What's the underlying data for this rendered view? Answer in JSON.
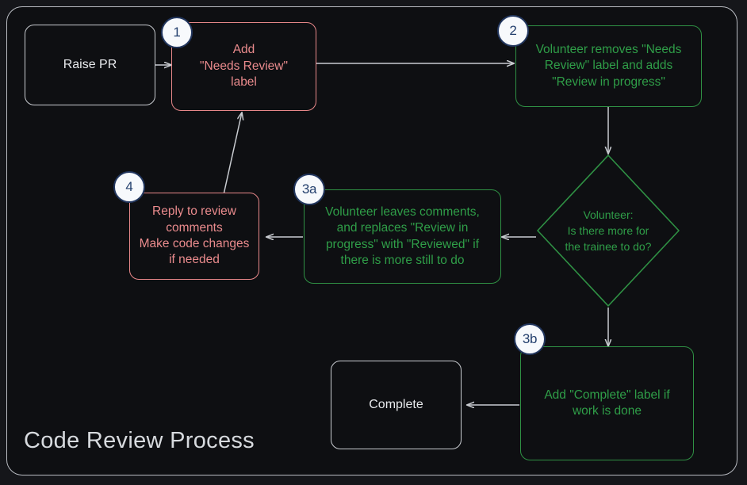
{
  "diagram": {
    "title": "Code Review Process",
    "type": "flowchart",
    "theme": {
      "background": "#0e0f12",
      "frame_border": "#b9bcc2",
      "neutral": "#c9ccd1",
      "red": "#e8888a",
      "green": "#2f9e48",
      "badge_fill": "#f7f9fc",
      "badge_border": "#22365e",
      "edge": "#c9ccd1"
    },
    "nodes": [
      {
        "id": "raise-pr",
        "label": "Raise PR",
        "shape": "rounded-rect",
        "style": "neutral",
        "badge": null
      },
      {
        "id": "add-needs-review",
        "label": "Add\n\"Needs Review\"\nlabel",
        "shape": "rounded-rect",
        "style": "red",
        "badge": "1"
      },
      {
        "id": "volunteer-removes",
        "label": "Volunteer removes \"Needs\nReview\" label and adds\n\"Review in progress\"",
        "shape": "rounded-rect",
        "style": "green",
        "badge": "2"
      },
      {
        "id": "decision-more-work",
        "label": "Volunteer:\nIs there more for\nthe trainee to do?",
        "shape": "diamond",
        "style": "green",
        "badge": null
      },
      {
        "id": "volunteer-leaves-comments",
        "label": "Volunteer leaves comments,\nand replaces \"Review in\nprogress\" with \"Reviewed\" if\nthere is more still to do",
        "shape": "rounded-rect",
        "style": "green",
        "badge": "3a"
      },
      {
        "id": "reply-to-review",
        "label": "Reply to review\ncomments\nMake code changes\nif needed",
        "shape": "rounded-rect",
        "style": "red",
        "badge": "4"
      },
      {
        "id": "add-complete-label",
        "label": "Add \"Complete\" label if\nwork is done",
        "shape": "rounded-rect",
        "style": "green",
        "badge": "3b"
      },
      {
        "id": "complete",
        "label": "Complete",
        "shape": "rounded-rect",
        "style": "neutral",
        "badge": null
      }
    ],
    "edges": [
      {
        "from": "raise-pr",
        "to": "add-needs-review",
        "label": ""
      },
      {
        "from": "add-needs-review",
        "to": "volunteer-removes",
        "label": ""
      },
      {
        "from": "volunteer-removes",
        "to": "decision-more-work",
        "label": ""
      },
      {
        "from": "decision-more-work",
        "to": "volunteer-leaves-comments",
        "label": ""
      },
      {
        "from": "volunteer-leaves-comments",
        "to": "reply-to-review",
        "label": ""
      },
      {
        "from": "reply-to-review",
        "to": "add-needs-review",
        "label": ""
      },
      {
        "from": "decision-more-work",
        "to": "add-complete-label",
        "label": ""
      },
      {
        "from": "add-complete-label",
        "to": "complete",
        "label": ""
      }
    ]
  }
}
